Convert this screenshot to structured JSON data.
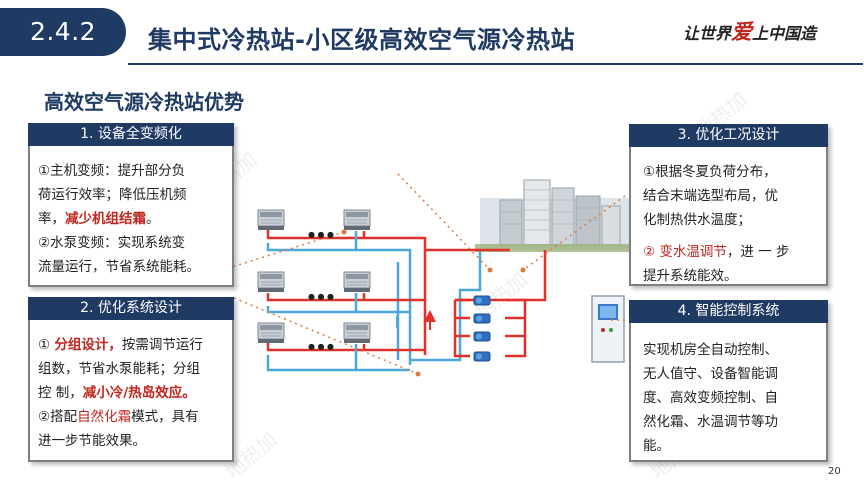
{
  "header": {
    "section_number": "2.4.2",
    "title": "集中式冷热站-小区级高效空气源冷热站",
    "logo_text_1": "让世界",
    "logo_text_accent": "爱",
    "logo_text_2": "上中国造"
  },
  "subtitle": "高效空气源冷热站优势",
  "boxes": {
    "b1": {
      "title": "1. 设备全变频化",
      "lines": [
        "①主机变频：提升部分负",
        "荷运行效率；降低压机频",
        "率，",
        "减少机组结霜",
        "。",
        "②水泵变频：实现系统变",
        "流量运行，节省系统能耗。"
      ]
    },
    "b2": {
      "title": "2. 优化系统设计",
      "lines": [
        "① ",
        "分组设计，",
        "按需调节运行",
        "组数，节省水泵能耗；分组",
        "控 制，",
        "减小冷/热岛效应。",
        "②搭配",
        "自然化霜",
        "模式，具有",
        "进一步节能效果。"
      ]
    },
    "b3": {
      "title": "3. 优化工况设计",
      "lines": [
        "①根据冬夏负荷分布，",
        "结合末端选型布局，优",
        "化制热供水温度；",
        "② ",
        "变水温调节",
        "，进 一 步",
        "提升系统能效。"
      ]
    },
    "b4": {
      "title": "4. 智能控制系统",
      "lines": [
        "实现机房全自动控制、",
        "无人值守、设备智能调",
        "度、高效变频控制、自",
        "然化霜、水温调节等功",
        "能。"
      ]
    }
  },
  "diagram": {
    "dots": "● ● ●"
  },
  "watermark": "地热加",
  "page_number": "20",
  "colors": {
    "navy": "#1f3a63",
    "accent_red": "#c0261e",
    "pipe_red": "#e0312b",
    "pipe_blue": "#4aa8dc",
    "connector_orange": "#e07a3a"
  }
}
